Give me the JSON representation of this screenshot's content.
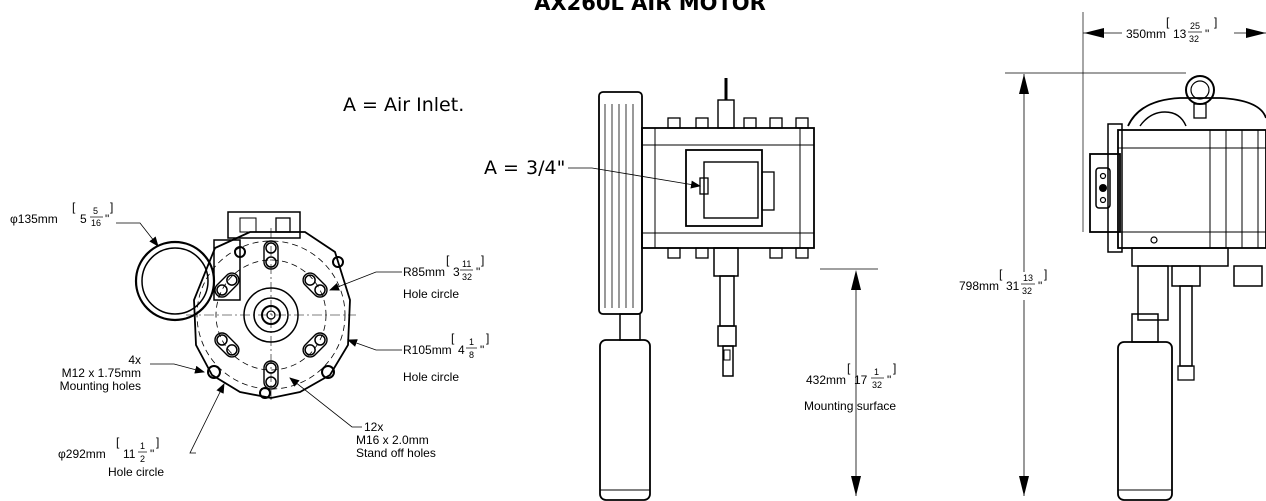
{
  "title": "AX260L AIR MOTOR",
  "legend": {
    "air_inlet": "A = Air Inlet."
  },
  "port_callout": {
    "label": "A =",
    "size": "3/4\""
  },
  "bottom_view": {
    "motor_dia": {
      "mm": "135mm",
      "whole": "5",
      "num": "5",
      "den": "16"
    },
    "r85": {
      "mm": "R85mm",
      "whole": "3",
      "num": "11",
      "den": "32",
      "caption": "Hole circle"
    },
    "r105": {
      "mm": "R105mm",
      "whole": "4",
      "num": "1",
      "den": "8",
      "caption": "Hole circle"
    },
    "mount_holes": {
      "count": "4x",
      "spec": "M12 x 1.75mm",
      "caption": "Mounting holes"
    },
    "standoff_holes": {
      "count": "12x",
      "spec": "M16 x 2.0mm",
      "caption": "Stand off holes"
    },
    "bolt_circle": {
      "mm": "292mm",
      "whole": "11",
      "num": "1",
      "den": "2",
      "caption": "Hole circle"
    },
    "dia_symbol": "φ"
  },
  "side_view": {
    "mount_height": {
      "mm": "432mm",
      "whole": "17",
      "num": "1",
      "den": "32",
      "caption": "Mounting surface"
    }
  },
  "front_view": {
    "width": {
      "mm": "350mm",
      "whole": "13",
      "num": "25",
      "den": "32"
    },
    "height": {
      "mm": "798mm",
      "whole": "31",
      "num": "13",
      "den": "32"
    }
  }
}
